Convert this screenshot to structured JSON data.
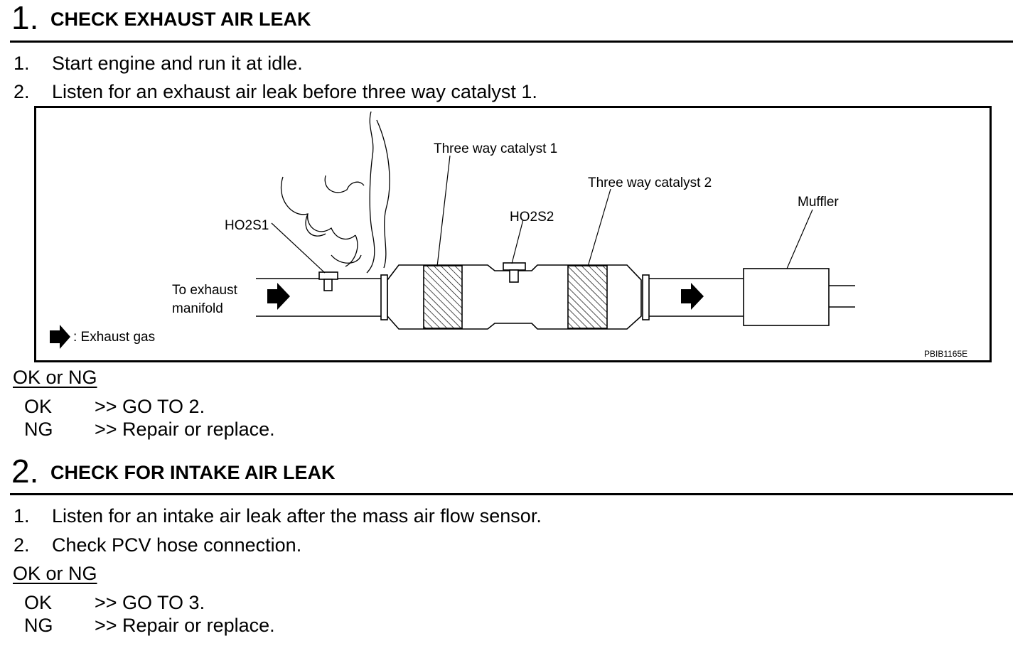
{
  "step1": {
    "number": "1.",
    "title": "CHECK EXHAUST AIR LEAK",
    "items": [
      {
        "num": "1.",
        "text": "Start engine and run it at idle."
      },
      {
        "num": "2.",
        "text": "Listen for an exhaust air leak before three way catalyst 1."
      }
    ],
    "diagram": {
      "labels": {
        "ho2s1": "HO2S1",
        "ho2s2": "HO2S2",
        "catalyst1": "Three way catalyst 1",
        "catalyst2": "Three way catalyst 2",
        "muffler": "Muffler",
        "to_exhaust_line1": "To exhaust",
        "to_exhaust_line2": "manifold",
        "legend": ": Exhaust gas",
        "code": "PBIB1165E"
      }
    },
    "result": {
      "heading": "OK or NG",
      "rows": [
        {
          "label": "OK",
          "text": ">> GO TO 2."
        },
        {
          "label": "NG",
          "text": ">> Repair or replace."
        }
      ]
    }
  },
  "step2": {
    "number": "2.",
    "title": "CHECK FOR INTAKE AIR LEAK",
    "items": [
      {
        "num": "1.",
        "text": "Listen for an intake air leak after the mass air flow sensor."
      },
      {
        "num": "2.",
        "text": "Check PCV hose connection."
      }
    ],
    "result": {
      "heading": "OK or NG",
      "rows": [
        {
          "label": "OK",
          "text": ">> GO TO 3."
        },
        {
          "label": "NG",
          "text": ">> Repair or replace."
        }
      ]
    }
  }
}
